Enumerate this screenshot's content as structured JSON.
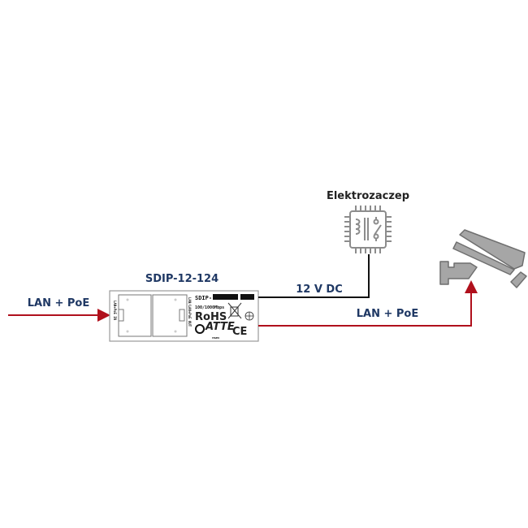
{
  "labels": {
    "input": "LAN + PoE",
    "device_name": "SDIP-12-124",
    "lock": "Elektrozaczep",
    "power": "12 V DC",
    "output": "LAN + PoE"
  },
  "device_label": {
    "model_prefix": "SDIP-",
    "speed": "100/1000Mbps",
    "rohs": "RoHS",
    "brand": "ATTE",
    "brand_sub": "POWER",
    "ce": "CE",
    "port_in": "LAN+PoE IN",
    "port_out": "LAN/LAN+PoE OUT"
  },
  "colors": {
    "poe_line": "#b0101c",
    "dc_line": "#111111",
    "label_text": "#1f3864",
    "icon_gray": "#8c8c8c"
  }
}
